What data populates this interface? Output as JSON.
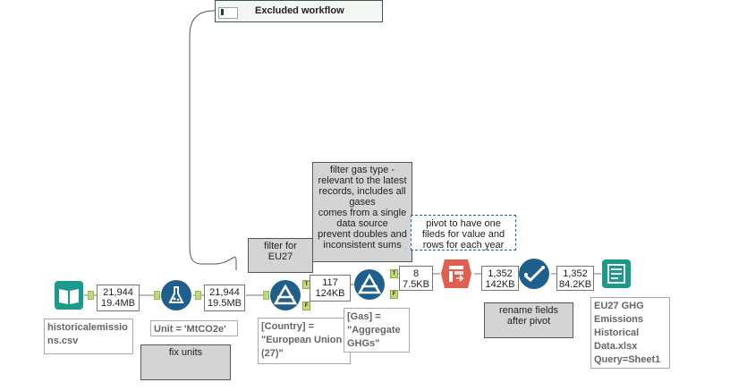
{
  "container": {
    "title": "Excluded workflow"
  },
  "tools": {
    "input": {
      "annotation": "historicalemissions.csv",
      "stat_rows": "21,944",
      "stat_size": "19.4MB"
    },
    "formula": {
      "annotation": "Unit = 'MtCO2e'",
      "stat_rows": "21,944",
      "stat_size": "19.5MB"
    },
    "filter1": {
      "annotation": "[Country] =\n\"European Union\n(27)\"",
      "stat_rows": "117",
      "stat_size": "124KB",
      "true_label": "T",
      "false_label": "F"
    },
    "filter2": {
      "annotation": "[Gas] =\n\"Aggregate\nGHGs\"",
      "stat_rows": "8",
      "stat_size": "7.5KB",
      "true_label": "T",
      "false_label": "F"
    },
    "transpose": {
      "stat_rows": "1,352",
      "stat_size": "142KB"
    },
    "select": {
      "stat_rows": "1,352",
      "stat_size": "84.2KB"
    },
    "output": {
      "annotation": "EU27 GHG\nEmissions\nHistorical\nData.xlsx\nQuery=Sheet1"
    }
  },
  "comments": {
    "fix_units": "fix units",
    "filter_eu27": "filter for\nEU27",
    "filter_gas": "filter gas type -\nrelevant to the latest\nrecords, includes all\ngases\ncomes from a single\ndata source\nprevent doubles and\ninconsistent sums",
    "pivot": "pivot to have one\nfileds for value and\nrows for each year",
    "rename": "rename fields\nafter pivot"
  },
  "colors": {
    "tool_blue": "#1f5f8b",
    "input_teal": "#1a9a8a",
    "transpose_red": "#e0604f",
    "anchor_green": "#bfd87a"
  }
}
